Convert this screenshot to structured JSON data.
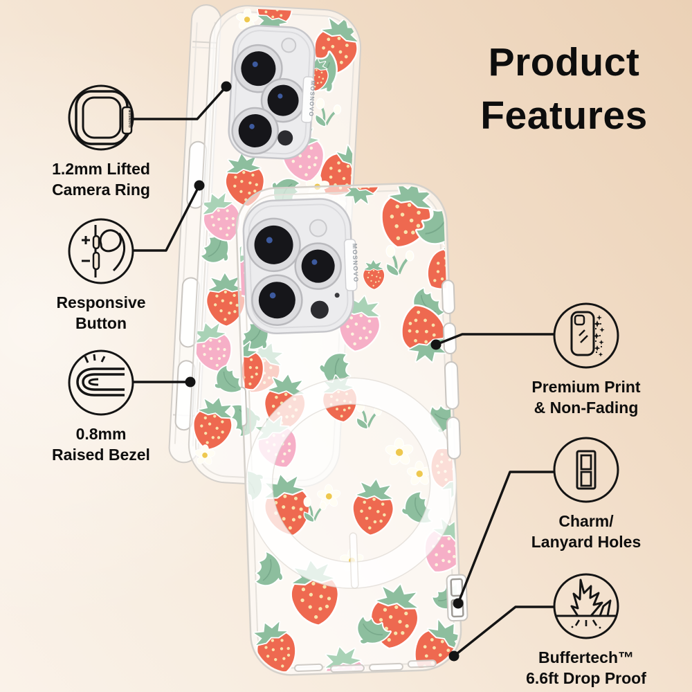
{
  "title": {
    "line1": "Product",
    "line2": "Features"
  },
  "brand_vertical_text": "MOSNOVO",
  "callouts_left": [
    {
      "icon": "camera-ring-icon",
      "line1": "1.2mm Lifted",
      "line2": "Camera Ring"
    },
    {
      "icon": "responsive-button-icon",
      "line1": "Responsive",
      "line2": "Button"
    },
    {
      "icon": "raised-bezel-icon",
      "line1": "0.8mm",
      "line2": "Raised Bezel"
    }
  ],
  "callouts_right": [
    {
      "icon": "premium-print-icon",
      "line1": "Premium Print",
      "line2": "& Non-Fading"
    },
    {
      "icon": "charm-lanyard-holes-icon",
      "line1": "Charm/",
      "line2": "Lanyard Holes"
    },
    {
      "icon": "drop-impact-icon",
      "line1": "Buffertech™",
      "line2": "6.6ft Drop Proof"
    }
  ],
  "colors": {
    "text": "#0d0d0d",
    "connector_line": "#141414",
    "background_peach": "#ebd1b6",
    "background_cream": "#faf2e9",
    "strawberry_red": "#ee6950",
    "strawberry_pink": "#f6afc7",
    "seed_yellow": "#f9e3ac",
    "leaf_green": "#8dbe9e",
    "flower_white": "#fffdf3",
    "flower_center_yellow": "#eec84e",
    "case_outline_gray": "#d5d1cb",
    "camera_silver": "#ececee"
  }
}
